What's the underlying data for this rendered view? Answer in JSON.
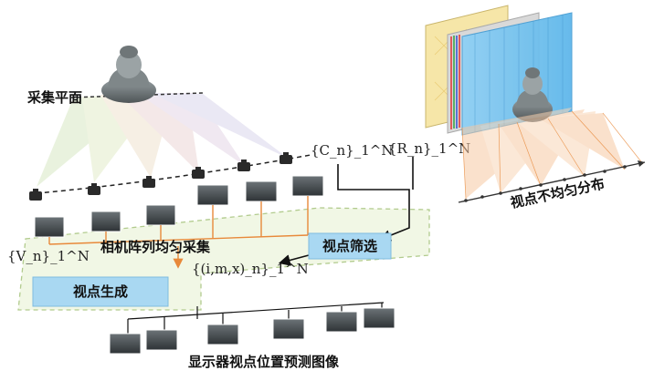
{
  "labels": {
    "capture_plane": "采集平面",
    "uniform_capture": "相机阵列均匀采集",
    "viewpoint_filter": "视点筛选",
    "viewpoint_generation": "视点生成",
    "display_prediction": "显示器视点位置预测图像",
    "nonuniform_distribution": "视点不均匀分布"
  },
  "math": {
    "c_set": "{C_n}_1^N",
    "r_set": "{R_n}_1^N",
    "v_set": "{V_n}_1^N",
    "imx_set": "{(i,m,x)_n}_1^N"
  },
  "colors": {
    "accent_orange": "#e8893a",
    "box_blue": "#a9d8f2",
    "dashed_region_fill": "#eef6df",
    "dashed_region_border": "#9fbf72"
  }
}
